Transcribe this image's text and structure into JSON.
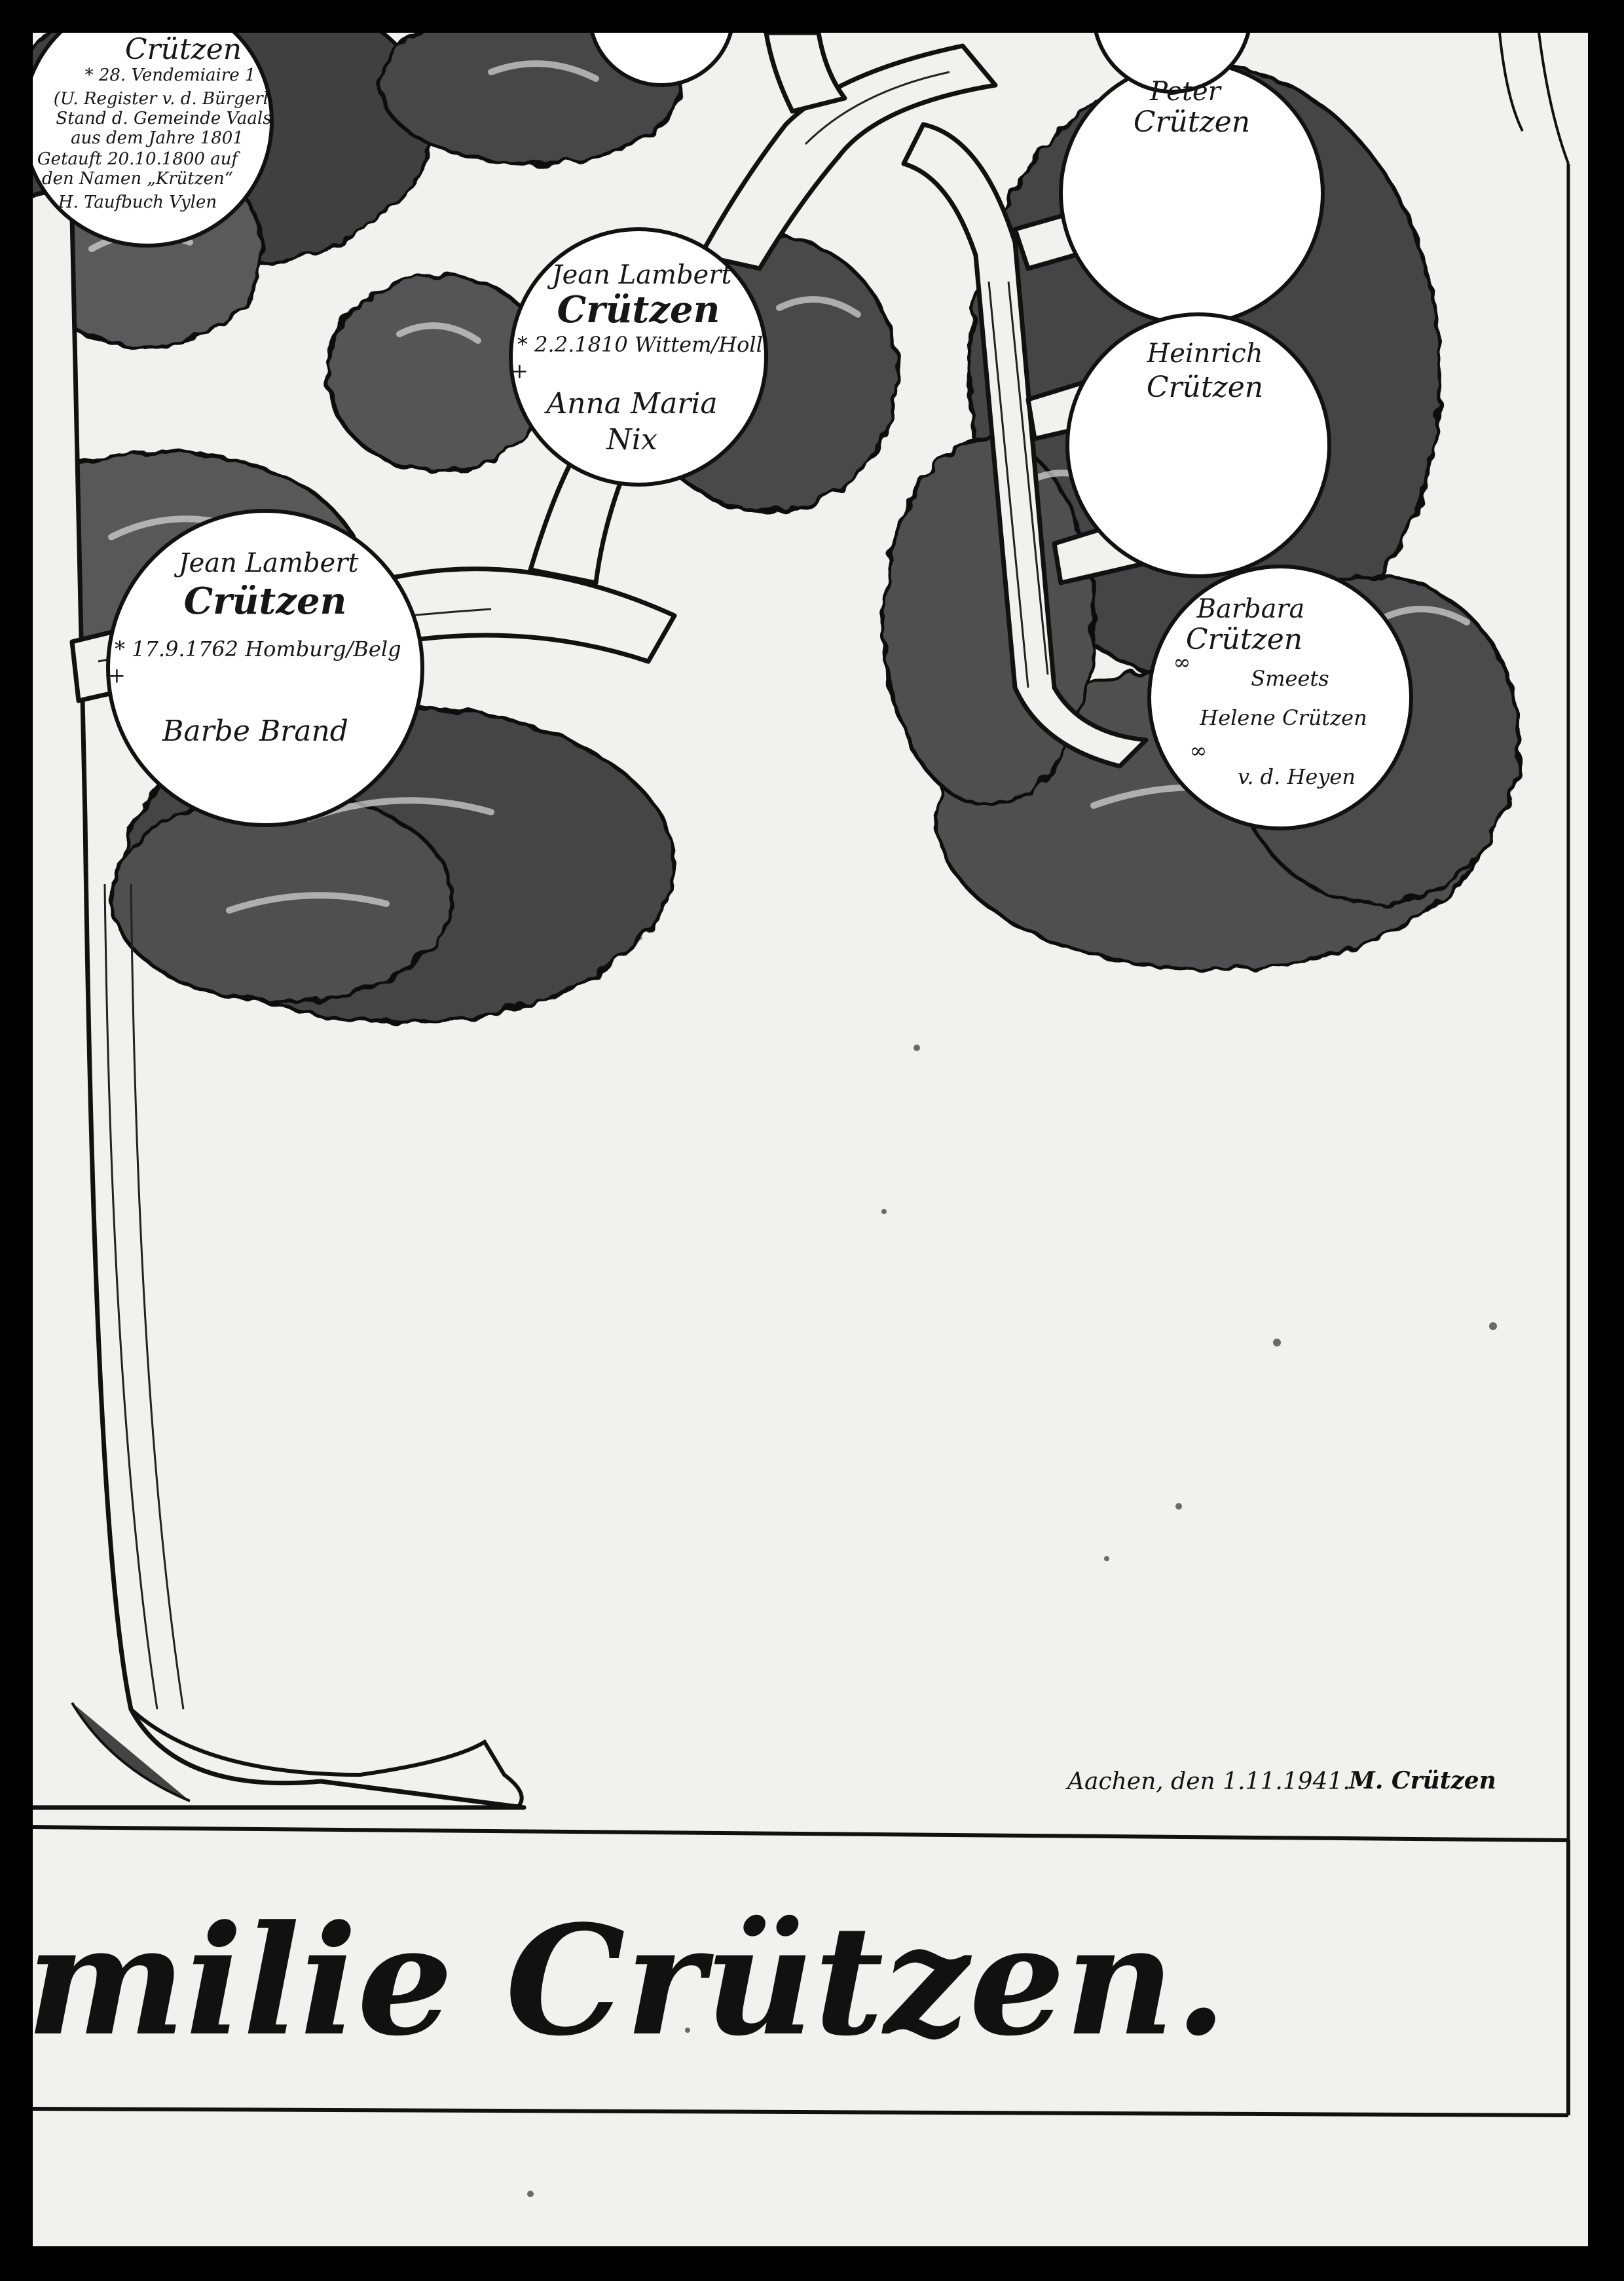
{
  "circles": {
    "top_left": {
      "name": "Crützen",
      "lines": [
        "* 28. Vendemiaire 1",
        "(U. Register v. d. Bürgerl.",
        "Stand d. Gemeinde Vaals",
        "aus dem Jahre 1801",
        "Getauft 20.10.1800 auf",
        "den Namen „Krützen“",
        "H. Taufbuch Vylen"
      ]
    },
    "jean_lambert_1810": {
      "first_name": "Jean Lambert",
      "surname": "Crützen",
      "birth": "* 2.2.1810 Wittem/Holl",
      "death_mark": "+",
      "spouse_first": "Anna Maria",
      "spouse_last": "Nix"
    },
    "jean_lambert_1762": {
      "first_name": "Jean Lambert",
      "surname": "Crützen",
      "birth": "* 17.9.1762 Homburg/Belg",
      "death_mark": "+",
      "spouse": "Barbe Brand"
    },
    "peter": {
      "first_name": "Peter",
      "surname": "Crützen"
    },
    "heinrich": {
      "first_name": "Heinrich",
      "surname": "Crützen"
    },
    "barbara": {
      "first_name": "Barbara",
      "surname": "Crützen",
      "marriage_1_mark": "∞",
      "marriage_1": "Smeets",
      "second_person": "Helene Crützen",
      "marriage_2_mark": "∞",
      "marriage_2": "v. d. Heyen"
    }
  },
  "signature": {
    "place_date": "Aachen, den 1.11.1941.",
    "name": "M. Crützen"
  },
  "banner": {
    "title": "milie Crützen."
  }
}
